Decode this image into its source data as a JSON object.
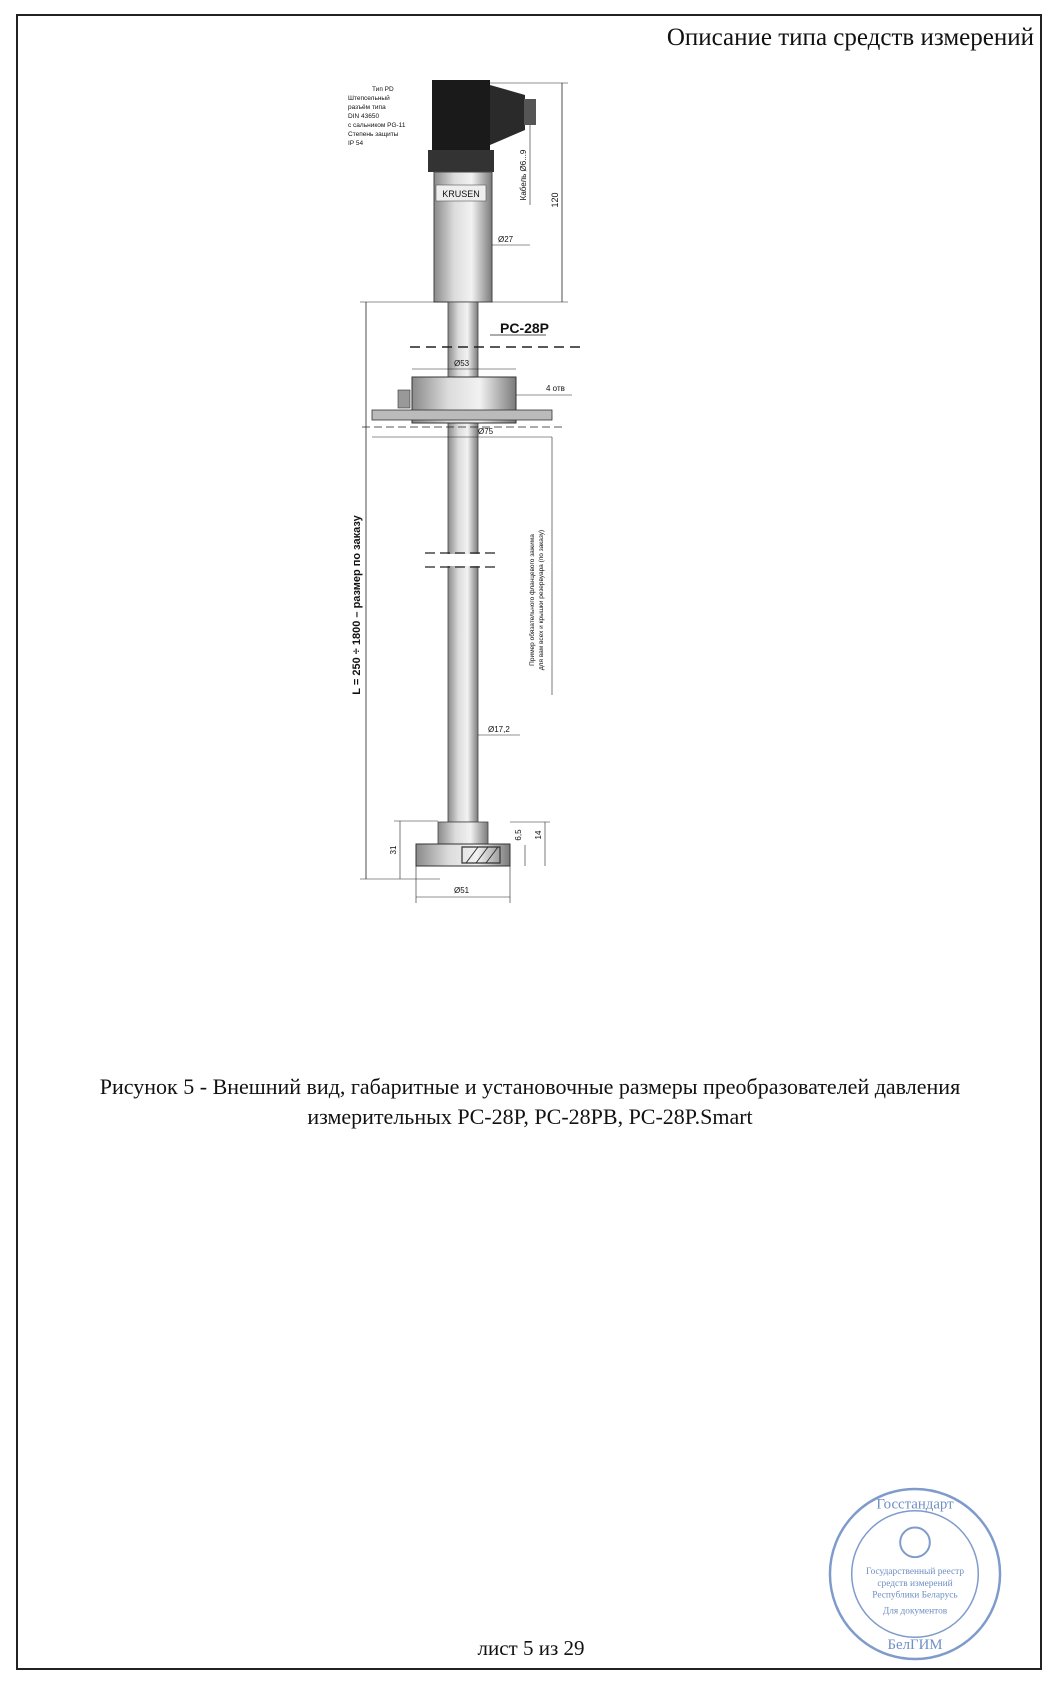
{
  "header": {
    "title": "Описание типа средств измерений"
  },
  "drawing": {
    "connector_note": [
      "Тип PD",
      "Штепсельный",
      "разъём типа",
      "DIN 43650",
      "с сальником PG-11",
      "Степень защиты",
      "IP 54"
    ],
    "cable_label": "Кабель Ø6...9",
    "brand": "KRUSEN",
    "dim_120": "120",
    "dia_27": "Ø27",
    "model": "PC-28P",
    "dia_53": "Ø53",
    "holes": "4 отв",
    "dia_75": "Ø75",
    "length_label": "L = 250 ÷ 1800 – размер по заказу",
    "flange_note": [
      "Пример обязательного фланцевого зажима",
      "для вам всех и крышки резервуара (по заказу)"
    ],
    "dia_172": "Ø17,2",
    "dim_31": "31",
    "dim_65": "6,5",
    "dim_14": "14",
    "dia_51": "Ø51"
  },
  "caption": {
    "line1": "Рисунок 5 - Внешний вид, габаритные и установочные размеры преобразователей давления",
    "line2": "измерительных PC-28P,  PC-28PB, PC-28P.Smart"
  },
  "footer": {
    "page": "лист 5 из 29"
  },
  "stamp": {
    "top": "Госстандарт",
    "line1": "Государственный реестр",
    "line2": "средств измерений",
    "line3": "Республики Беларусь",
    "line4": "Для документов",
    "bottom": "БелГИМ"
  }
}
